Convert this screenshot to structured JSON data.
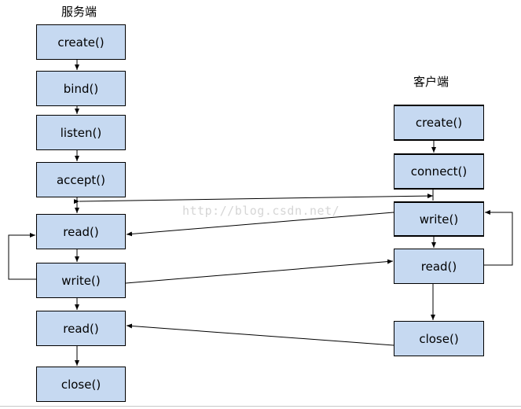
{
  "server": {
    "title": "服务端",
    "nodes": [
      "create()",
      "bind()",
      "listen()",
      "accept()",
      "read()",
      "write()",
      "read()",
      "close()"
    ]
  },
  "client": {
    "title": "客户端",
    "nodes": [
      "create()",
      "connect()",
      "write()",
      "read()",
      "close()"
    ]
  },
  "watermark": "http://blog.csdn.net/",
  "colors": {
    "node_fill": "#c6d9f1",
    "stroke": "#000000"
  }
}
